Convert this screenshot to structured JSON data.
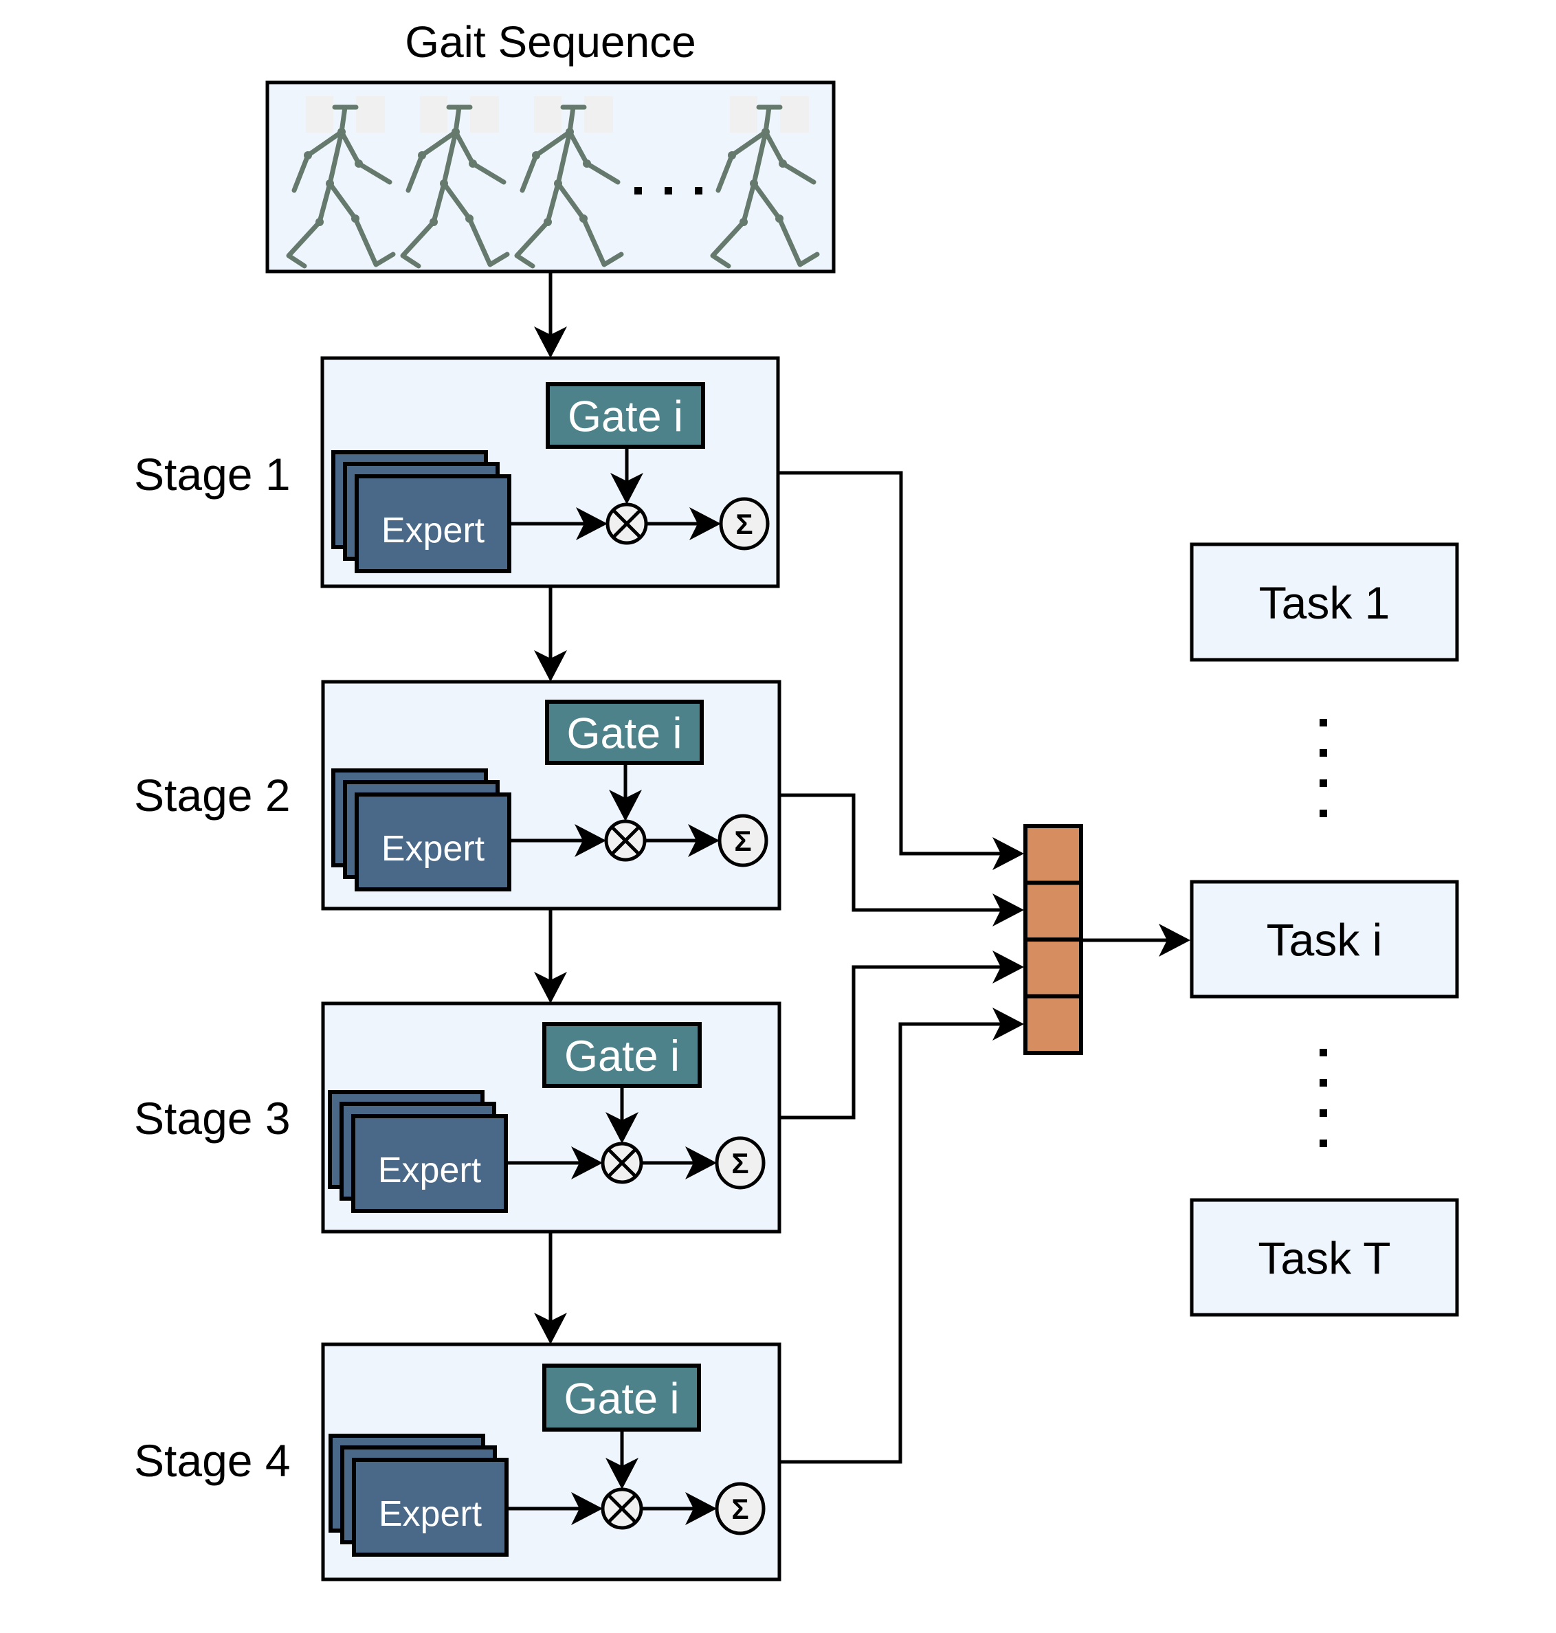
{
  "diagram": {
    "title": "Gait Sequence",
    "sequence_ellipsis": "...",
    "stages": [
      {
        "label": "Stage 1",
        "gate_label": "Gate i",
        "expert_label": "Expert",
        "multiply_symbol": "⊗",
        "sum_symbol": "Σ"
      },
      {
        "label": "Stage 2",
        "gate_label": "Gate i",
        "expert_label": "Expert",
        "multiply_symbol": "⊗",
        "sum_symbol": "Σ"
      },
      {
        "label": "Stage 3",
        "gate_label": "Gate i",
        "expert_label": "Expert",
        "multiply_symbol": "⊗",
        "sum_symbol": "Σ"
      },
      {
        "label": "Stage 4",
        "gate_label": "Gate i",
        "expert_label": "Expert",
        "multiply_symbol": "⊗",
        "sum_symbol": "Σ"
      }
    ],
    "tasks": [
      {
        "label": "Task 1"
      },
      {
        "label": "Task i"
      },
      {
        "label": "Task T"
      }
    ],
    "concat_cells": 4,
    "colors": {
      "box_fill": "#EEF5FD",
      "gate_fill": "#4E828A",
      "expert_fill": "#4A6887",
      "concat_fill": "#D68D5F",
      "figure_stroke": "#65796C",
      "operator_fill": "#F0F0F0"
    }
  }
}
